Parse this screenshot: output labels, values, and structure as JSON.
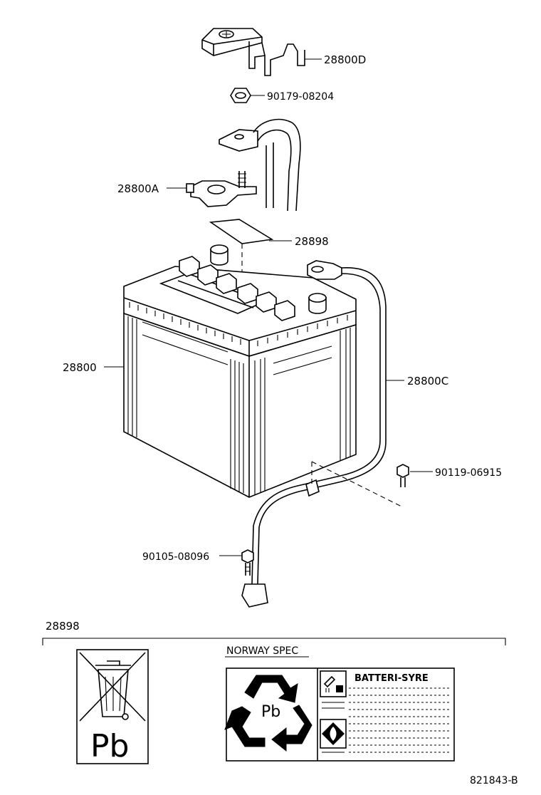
{
  "diagram": {
    "parts": {
      "cover": "28800D",
      "nut": "90179-08204",
      "terminal": "28800A",
      "label_plate": "28898",
      "battery": "28800",
      "cable": "28800C",
      "bolt_right": "90119-06915",
      "bolt_left": "90105-08096"
    },
    "label_section": {
      "part_number": "28898",
      "norway_spec": "NORWAY SPEC",
      "pb_text": "Pb",
      "recycle_pb_text": "Pb",
      "warning_title": "BATTERI-SYRE"
    },
    "drawing_number": "821843-B"
  }
}
